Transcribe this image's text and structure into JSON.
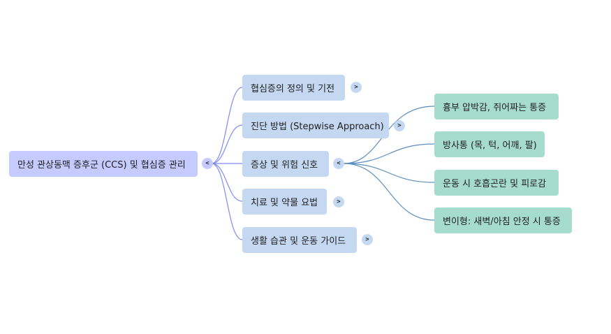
{
  "mindmap": {
    "root": {
      "label": "만성 관상동맥 증후군 (CCS) 및 협심증 관리",
      "toggle": "<"
    },
    "branches": [
      {
        "label": "협심증의 정의 및 기전",
        "toggle": ">"
      },
      {
        "label": "진단 방법 (Stepwise Approach)",
        "toggle": ">"
      },
      {
        "label": "증상 및 위험 신호",
        "toggle": "<"
      },
      {
        "label": "치료 및 약물 요법",
        "toggle": ">"
      },
      {
        "label": "생활 습관 및 운동 가이드",
        "toggle": ">"
      }
    ],
    "leaves": [
      {
        "label": "흉부 압박감, 쥐어짜는 통증"
      },
      {
        "label": "방사통 (목, 턱, 어깨, 팔)"
      },
      {
        "label": "운동 시 호흡곤란 및 피로감"
      },
      {
        "label": "변이형: 새벽/아침 안정 시 통증"
      }
    ],
    "colors": {
      "root": "#c5cbff",
      "branch": "#c4d8f2",
      "leaf": "#a6dccc",
      "root_link": "#7f8bf0",
      "leaf_link": "#5c8fbf"
    }
  }
}
